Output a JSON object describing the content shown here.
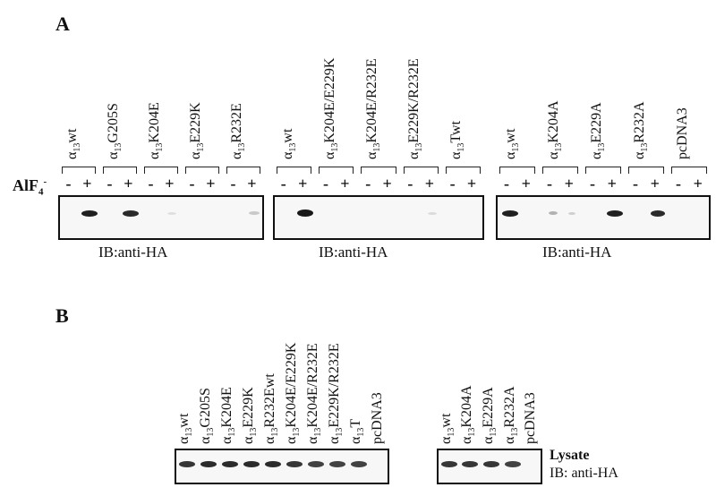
{
  "panel_a": {
    "letter": "A",
    "treatment_label": "AlF",
    "treatment_sub": "4",
    "treatment_sup": "-",
    "minus": "-",
    "plus": "+",
    "ib_label": "IB:anti-HA",
    "blot1_lanes": [
      {
        "pre": "α",
        "sub": "13",
        "post": "wt"
      },
      {
        "pre": "α",
        "sub": "13",
        "post": "G205S"
      },
      {
        "pre": "α",
        "sub": "13",
        "post": "K204E"
      },
      {
        "pre": "α",
        "sub": "13",
        "post": "E229K"
      },
      {
        "pre": "α",
        "sub": "13",
        "post": "R232E"
      }
    ],
    "blot2_lanes": [
      {
        "pre": "α",
        "sub": "13",
        "post": "wt"
      },
      {
        "pre": "α",
        "sub": "13",
        "post": "K204E/E229K"
      },
      {
        "pre": "α",
        "sub": "13",
        "post": "K204E/R232E"
      },
      {
        "pre": "α",
        "sub": "13",
        "post": "E229K/R232E"
      },
      {
        "pre": "α",
        "sub": "13",
        "post": "Twt"
      }
    ],
    "blot3_lanes": [
      {
        "pre": "α",
        "sub": "13",
        "post": "wt"
      },
      {
        "pre": "α",
        "sub": "13",
        "post": "K204A"
      },
      {
        "pre": "α",
        "sub": "13",
        "post": "E229A"
      },
      {
        "pre": "α",
        "sub": "13",
        "post": "R232A"
      },
      {
        "pre": "",
        "sub": "",
        "post": "pcDNA3"
      }
    ]
  },
  "panel_b": {
    "letter": "B",
    "blot1_lanes": [
      {
        "pre": "α",
        "sub": "13",
        "post": "wt"
      },
      {
        "pre": "α",
        "sub": "13",
        "post": "G205S"
      },
      {
        "pre": "α",
        "sub": "13",
        "post": "K204E"
      },
      {
        "pre": "α",
        "sub": "13",
        "post": "E229K"
      },
      {
        "pre": "α",
        "sub": "13",
        "post": "R232Ewt"
      },
      {
        "pre": "α",
        "sub": "13",
        "post": "K204E/E229K"
      },
      {
        "pre": "α",
        "sub": "13",
        "post": "K204E/R232E"
      },
      {
        "pre": "α",
        "sub": "13",
        "post": "E229K/R232E"
      },
      {
        "pre": "α",
        "sub": "13",
        "post": "T"
      },
      {
        "pre": "",
        "sub": "",
        "post": "pcDNA3"
      }
    ],
    "blot2_lanes": [
      {
        "pre": "α",
        "sub": "13",
        "post": "wt"
      },
      {
        "pre": "α",
        "sub": "13",
        "post": "K204A"
      },
      {
        "pre": "α",
        "sub": "13",
        "post": "E229A"
      },
      {
        "pre": "α",
        "sub": "13",
        "post": "R232A"
      },
      {
        "pre": "",
        "sub": "",
        "post": "pcDNA3"
      }
    ],
    "lysate_label": "Lysate",
    "ib_label": "IB: anti-HA"
  }
}
